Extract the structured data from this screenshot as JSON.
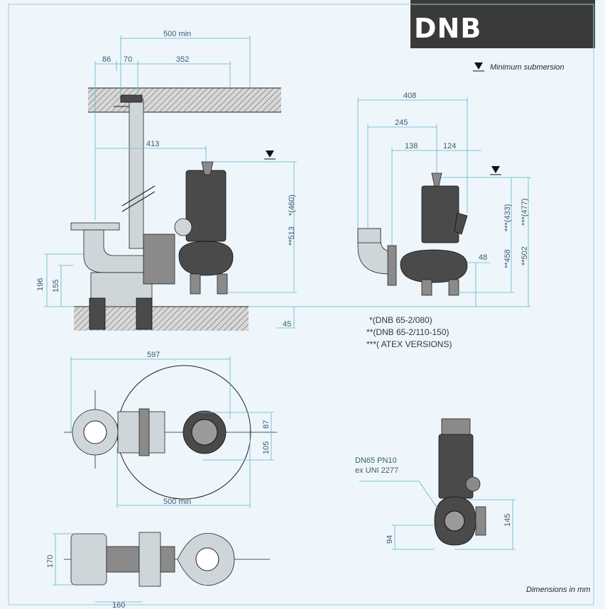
{
  "header": {
    "title": "DNB"
  },
  "legend": {
    "min_submersion": "Minimum submersion"
  },
  "footer": {
    "units": "Dimensions in mm"
  },
  "notes": {
    "n1": "*(DNB 65-2/080)",
    "n2": "**(DNB 65-2/110-150)",
    "n3": "***( ATEX VERSIONS)"
  },
  "flange": {
    "line1": "DN65 PN10",
    "line2": "ex UNI 2277"
  },
  "dims": {
    "d500top": "500 min",
    "d86": "86",
    "d70": "70",
    "d352": "352",
    "d413": "413",
    "d513": "**513",
    "d460": "*(460)",
    "d196": "196",
    "d155": "155",
    "d45": "45",
    "d408": "408",
    "d245": "245",
    "d138": "138",
    "d124": "124",
    "d48": "48",
    "d458": "**458",
    "d433": "***(433)",
    "d502": "**502",
    "d477": "***(477)",
    "d597": "597",
    "d500bot": "500 min",
    "d87": "87",
    "d105": "105",
    "d145": "145",
    "d94": "94",
    "d170": "170",
    "d160": "160"
  }
}
